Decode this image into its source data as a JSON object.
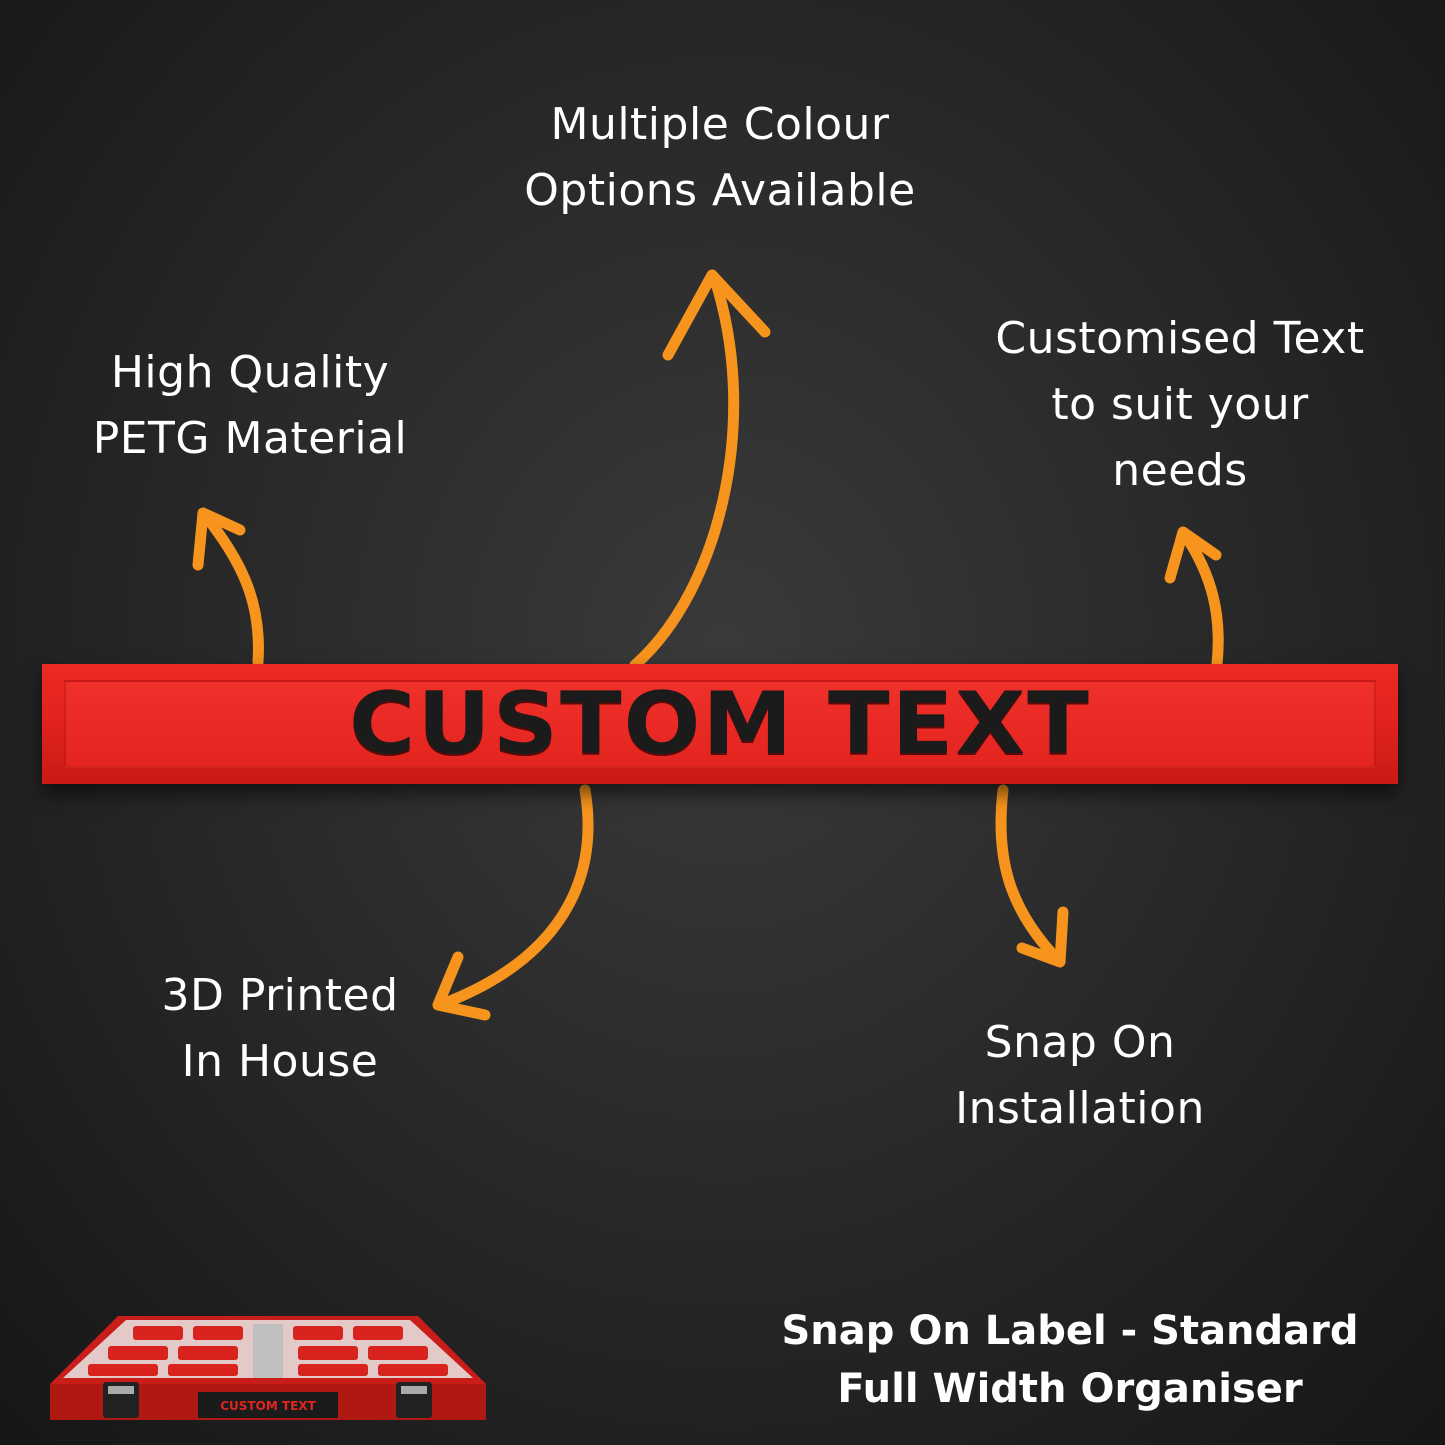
{
  "features": {
    "colour": [
      "Multiple Colour",
      "Options Available"
    ],
    "quality": [
      "High Quality",
      "PETG Material"
    ],
    "custom_text": [
      "Customised Text",
      "to suit your",
      "needs"
    ],
    "printed": [
      "3D Printed",
      "In House"
    ],
    "snap": [
      "Snap On",
      "Installation"
    ]
  },
  "label": {
    "text": "CUSTOM TEXT",
    "color": "#e3241f",
    "text_color": "#1b1b1b"
  },
  "organiser": {
    "label_text": "CUSTOM TEXT"
  },
  "product_title": [
    "Snap On Label - Standard",
    "Full Width Organiser"
  ],
  "arrow_color": "#f7941d"
}
